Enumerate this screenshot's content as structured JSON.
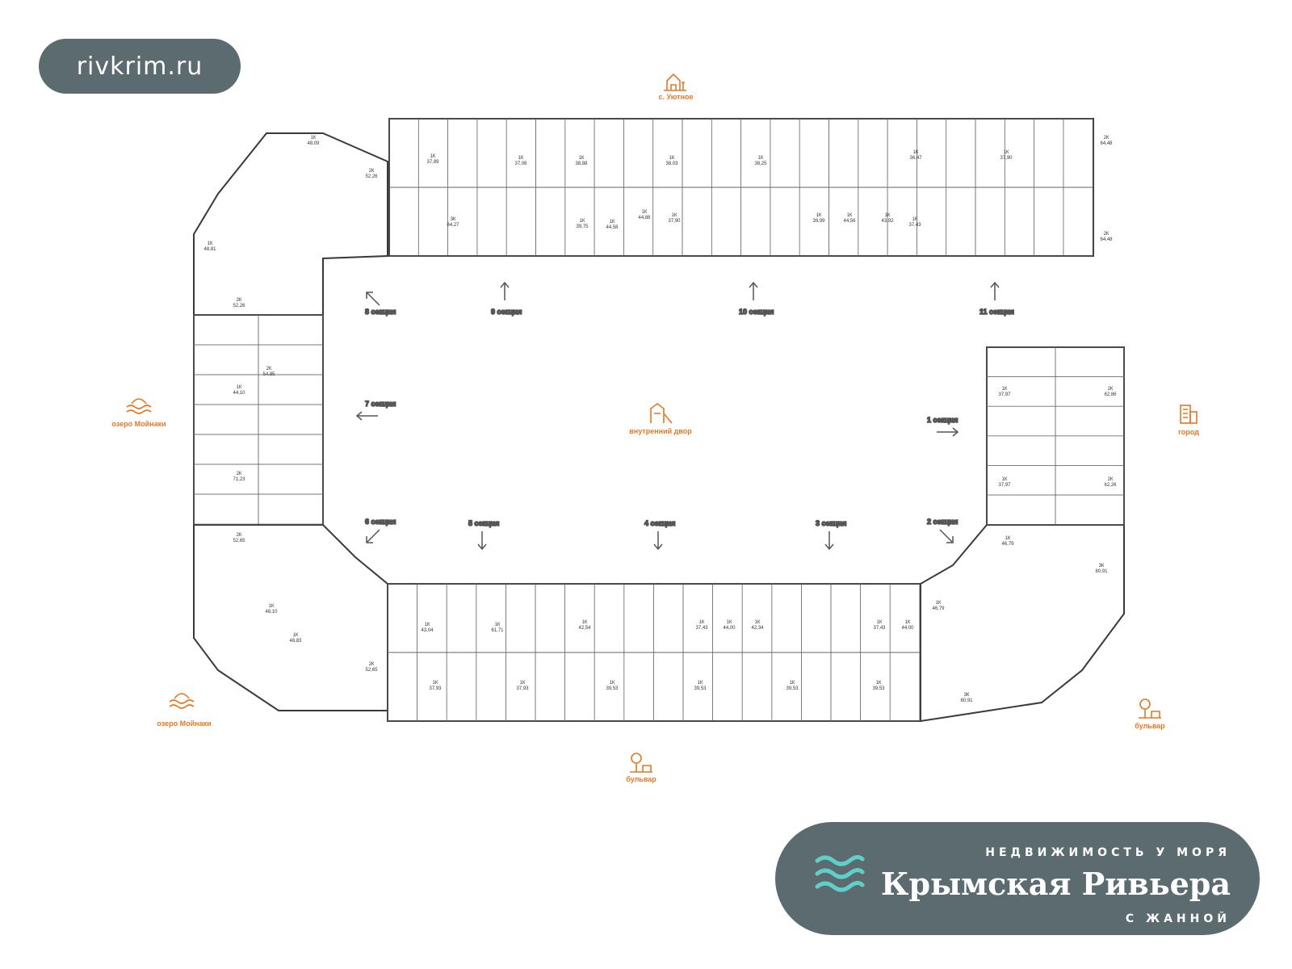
{
  "site_url": "rivkrim.ru",
  "colors": {
    "accent": "#e87722",
    "badge": "#5c6b70",
    "wall": "#3a3a3a",
    "wave": "#5fd0c8"
  },
  "orientation": {
    "north": "с. Уютное",
    "west_upper": "озеро Мойнаки",
    "west_lower": "озеро Мойнаки",
    "east": "город",
    "south": "бульвар",
    "southeast": "бульвар",
    "center": "внутренний двор"
  },
  "sections": [
    "1 секция",
    "2 секция",
    "3 секция",
    "4 секция",
    "5 секция",
    "6 секция",
    "7 секция",
    "8 секция",
    "9 секция",
    "10 секция",
    "11 секция"
  ],
  "apartments": {
    "north": [
      [
        "1К",
        "37,89"
      ],
      [
        "1К",
        "37,06"
      ],
      [
        "1К",
        "38,88"
      ],
      [
        "3К",
        "84,27"
      ],
      [
        "1К",
        "39,75"
      ],
      [
        "1К",
        "44,58"
      ],
      [
        "1К",
        "44,88"
      ],
      [
        "1К",
        "38,03"
      ],
      [
        "1К",
        "37,90"
      ],
      [
        "1К",
        "38,25"
      ],
      [
        "1К",
        "39,99"
      ],
      [
        "1К",
        "44,56"
      ],
      [
        "1К",
        "43,92"
      ],
      [
        "1К",
        "36,47"
      ],
      [
        "1К",
        "37,43"
      ],
      [
        "1К",
        "37,90"
      ],
      [
        "2К",
        "64,48"
      ],
      [
        "2К",
        "64,48"
      ]
    ],
    "west": [
      [
        "1К",
        "48,09"
      ],
      [
        "2К",
        "52,26"
      ],
      [
        "1К",
        "48,81"
      ],
      [
        "2К",
        "52,26"
      ],
      [
        "2К",
        "54,95"
      ],
      [
        "1К",
        "44,10"
      ],
      [
        "2К",
        "71,23"
      ],
      [
        "2К",
        "52,65"
      ],
      [
        "1К",
        "48,10"
      ],
      [
        "1К",
        "48,83"
      ],
      [
        "2К",
        "52,65"
      ]
    ],
    "south": [
      [
        "1К",
        "43,04"
      ],
      [
        "1К",
        "61,71"
      ],
      [
        "1К",
        "37,93"
      ],
      [
        "1К",
        "37,93"
      ],
      [
        "1К",
        "42,54"
      ],
      [
        "1К",
        "37,43"
      ],
      [
        "1К",
        "44,00"
      ],
      [
        "1К",
        "39,53"
      ],
      [
        "1К",
        "39,53"
      ],
      [
        "1К",
        "42,34"
      ],
      [
        "1К",
        "37,43"
      ],
      [
        "1К",
        "44,00"
      ],
      [
        "1К",
        "39,53"
      ],
      [
        "1К",
        "39,53"
      ]
    ],
    "east": [
      [
        "1К",
        "37,97"
      ],
      [
        "2К",
        "62,86"
      ],
      [
        "1К",
        "37,97"
      ],
      [
        "2К",
        "62,26"
      ],
      [
        "1К",
        "46,79"
      ],
      [
        "3К",
        "80,91"
      ],
      [
        "1К",
        "46,79"
      ],
      [
        "3К",
        "80,91"
      ]
    ]
  },
  "brand": {
    "tagline": "НЕДВИЖИМОСТЬ У МОРЯ",
    "name": "Крымская Ривьера",
    "subtitle": "С ЖАННОЙ"
  }
}
